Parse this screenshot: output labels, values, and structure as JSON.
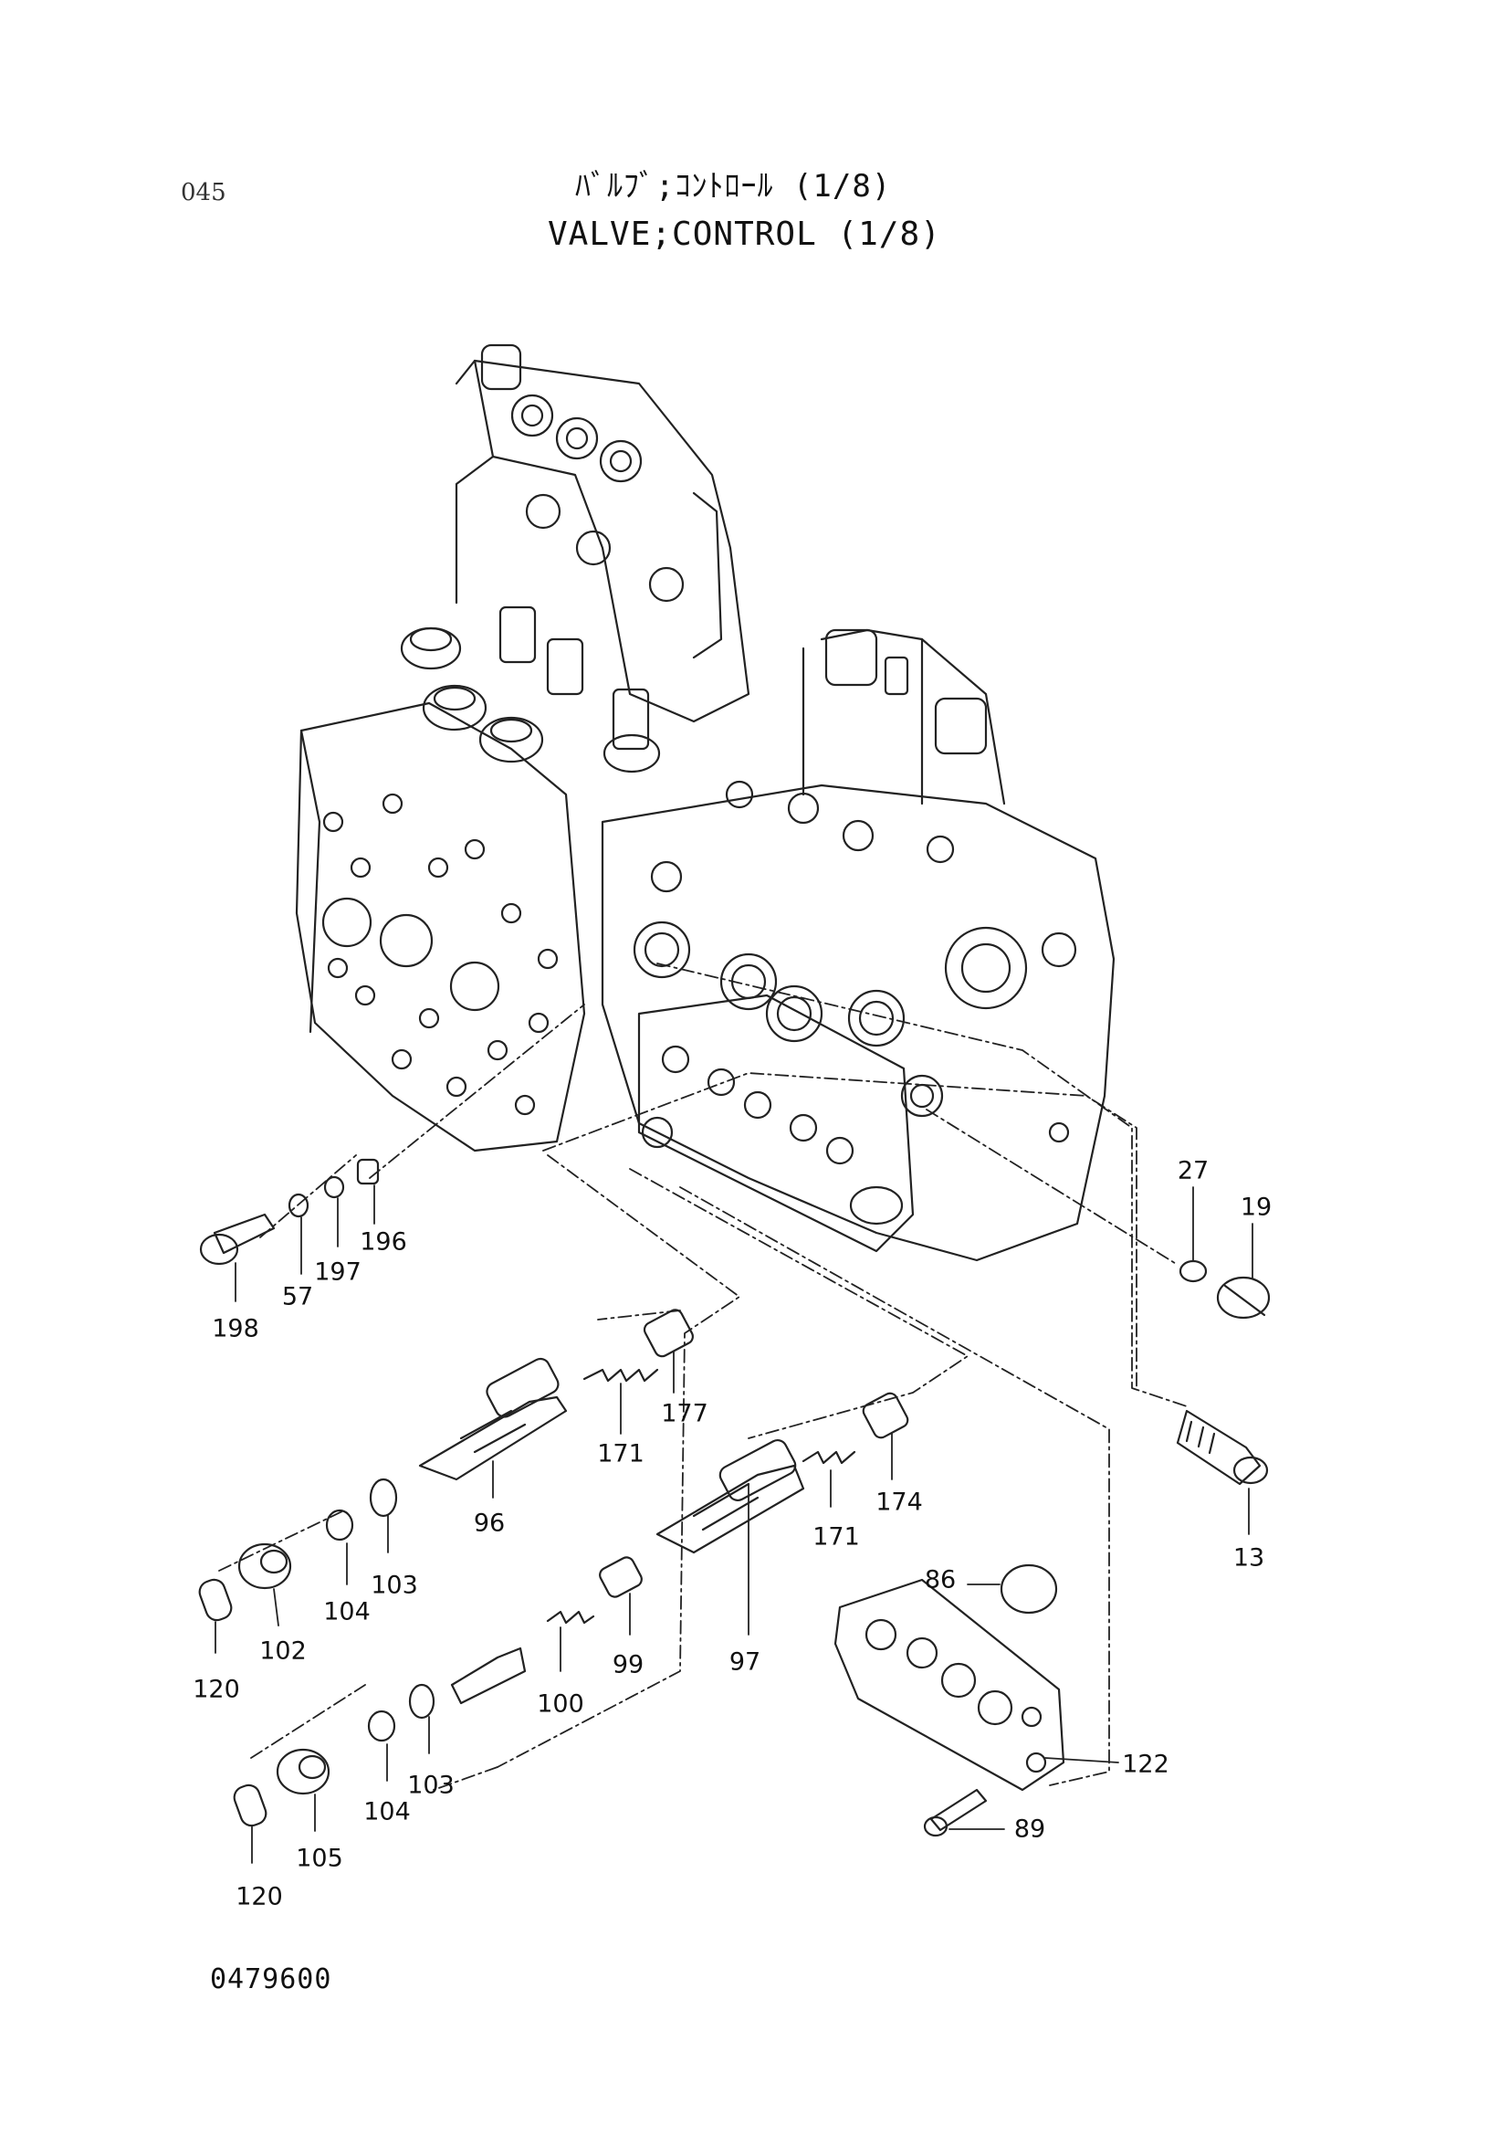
{
  "header": {
    "page_number": "045",
    "title_jp": "ﾊﾞﾙﾌﾞ;ｺﾝﾄﾛｰﾙ (1/8)",
    "title_en": "VALVE;CONTROL (1/8)"
  },
  "footer": {
    "drawing_code": "0479600"
  },
  "callouts": {
    "c198": "198",
    "c57": "57",
    "c197": "197",
    "c196": "196",
    "c27": "27",
    "c19": "19",
    "c177": "177",
    "c171a": "171",
    "c96": "96",
    "c174": "174",
    "c13": "13",
    "c103a": "103",
    "c104a": "104",
    "c102": "102",
    "c120a": "120",
    "c171b": "171",
    "c86": "86",
    "c99": "99",
    "c97": "97",
    "c100": "100",
    "c103b": "103",
    "c104b": "104",
    "c105": "105",
    "c120b": "120",
    "c122": "122",
    "c89": "89"
  }
}
